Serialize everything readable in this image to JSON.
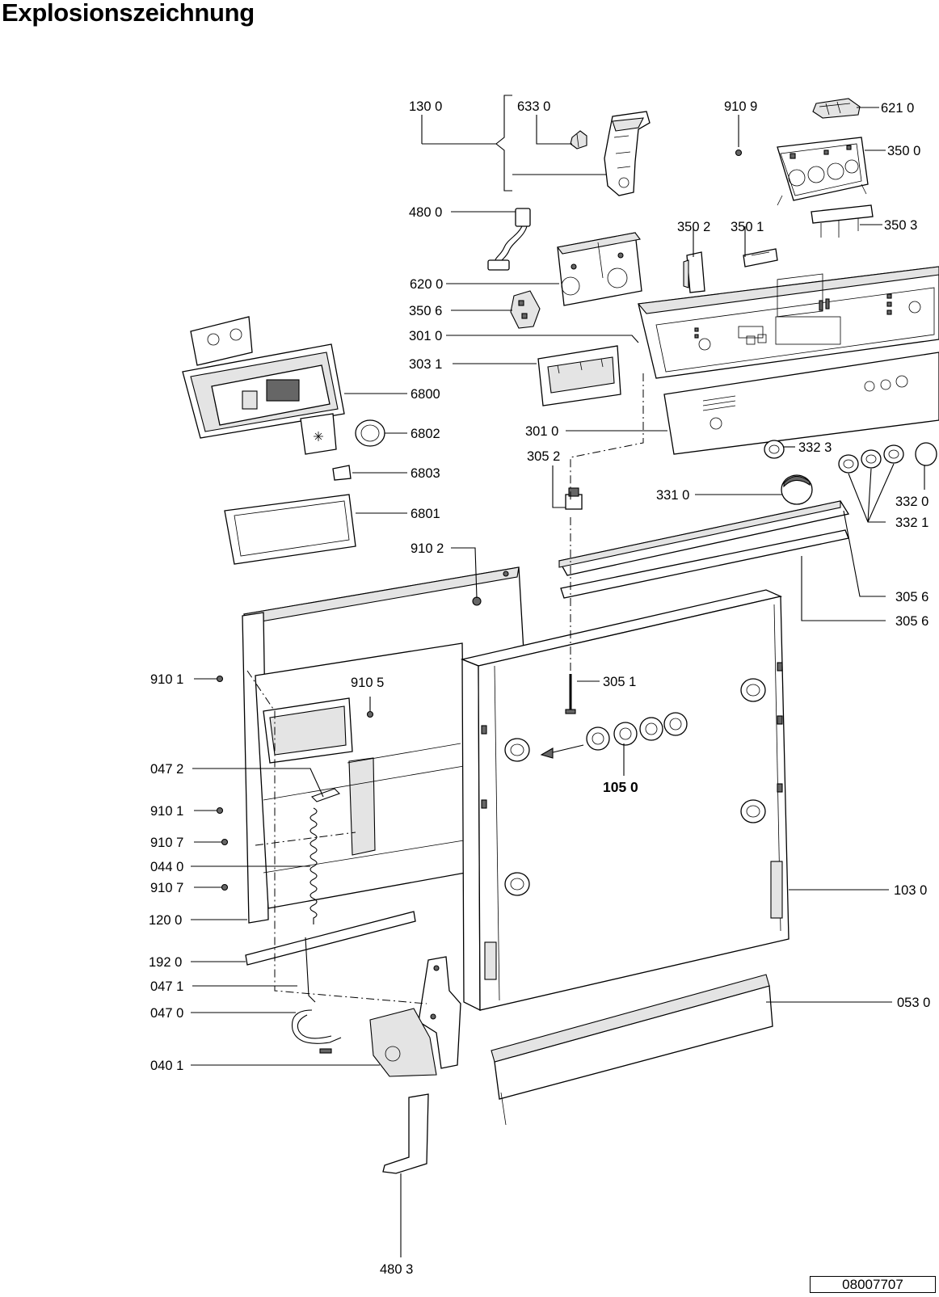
{
  "title": "Explosionszeichnung",
  "document_number": "08007707",
  "part_labels": [
    "130 0",
    "633 0",
    "910 9",
    "621 0",
    "350 0",
    "480 0",
    "350 2",
    "350 1",
    "350 3",
    "620 0",
    "350 6",
    "301 0",
    "303 1",
    "6800",
    "6802",
    "6803",
    "301 0",
    "332 3",
    "305 2",
    "331 0",
    "332 0",
    "6801",
    "332 1",
    "910 2",
    "305 6",
    "305 6",
    "910 1",
    "910 5",
    "305 1",
    "047 2",
    "105 0",
    "910 1",
    "910 7",
    "044 0",
    "910 7",
    "103 0",
    "120 0",
    "192 0",
    "047 1",
    "053 0",
    "047 0",
    "040 1",
    "480 3"
  ]
}
